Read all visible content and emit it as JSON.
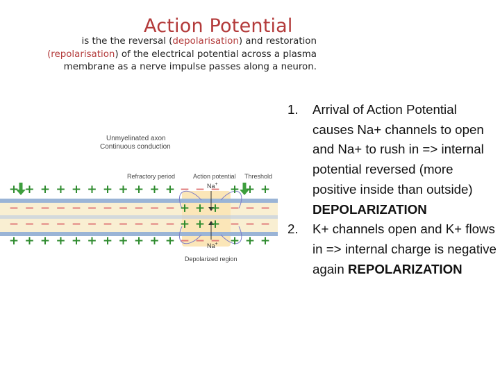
{
  "title": "Action Potential",
  "subtitle": {
    "part1": "is the the reversal (",
    "depol": "depolarisation",
    "part2": ") and restoration",
    "repol": "(repolarisation",
    "part3": ") of the electrical potential across a plasma",
    "line3": "membrane as a nerve impulse passes along a neuron."
  },
  "diagram": {
    "axon_label": "Unmyelinated axon",
    "conduction_label": "Continuous conduction",
    "refractory_label": "Refractory period",
    "ap_label": "Action potential",
    "threshold_label": "Threshold",
    "na_top": "Na",
    "na_bottom": "Na",
    "depolarized_label": "Depolarized region",
    "plus": "+",
    "minus": "−",
    "colors": {
      "outside_plus": "#2e8b2e",
      "inside_minus": "#e07a7a",
      "membrane": "#9ab4d6",
      "axoplasm": "#f9efd2",
      "depolarized": "#fbe6b8",
      "arrow": "#3d9e3d",
      "local_current": "#7f7fc8"
    }
  },
  "points": [
    {
      "num": "1.",
      "text": "Arrival of Action Potential causes Na+ channels to open and Na+ to rush in => internal potential reversed (more positive inside than outside) ",
      "bold": "DEPOLARIZATION"
    },
    {
      "num": "2.",
      "text": "K+ channels open and K+ flows in => internal charge is negative again ",
      "bold": "REPOLARIZATION"
    }
  ]
}
